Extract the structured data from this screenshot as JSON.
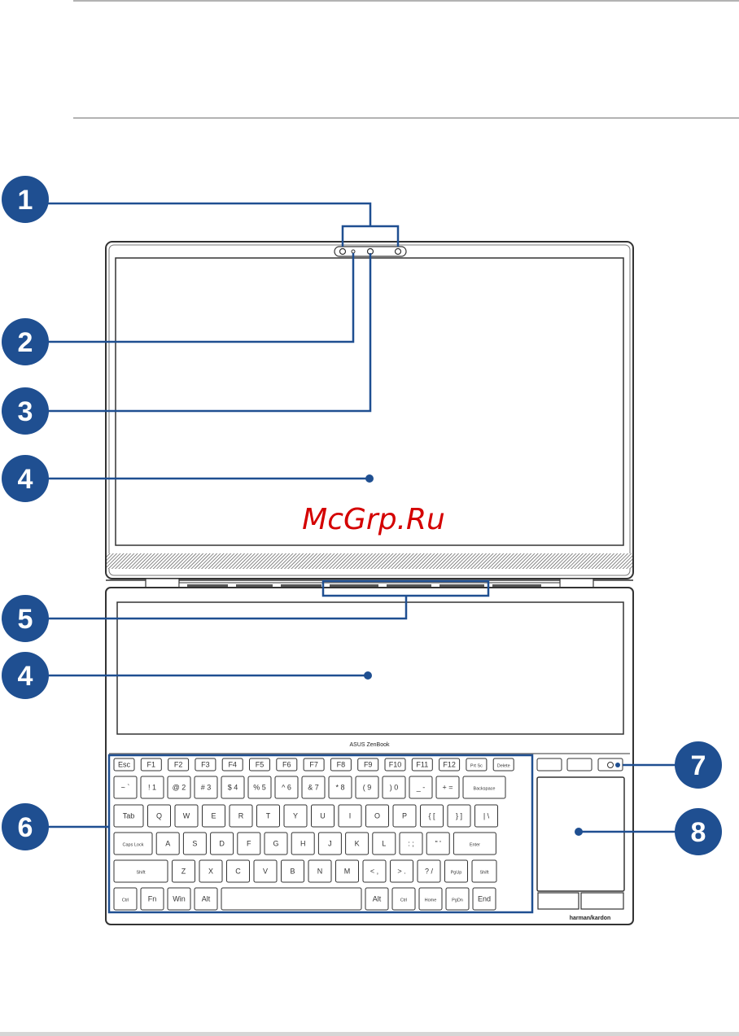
{
  "callouts": [
    {
      "id": 1,
      "label": "1"
    },
    {
      "id": 2,
      "label": "2"
    },
    {
      "id": 3,
      "label": "3"
    },
    {
      "id": 4,
      "label": "4"
    },
    {
      "id": 5,
      "label": "5"
    },
    {
      "id": 6,
      "label": "4"
    },
    {
      "id": 7,
      "label": "6"
    },
    {
      "id": 8,
      "label": "7"
    },
    {
      "id": 9,
      "label": "8"
    }
  ],
  "watermark": "McGrp.Ru",
  "brand_screenpad": "ASUS ZenBook",
  "brand_speaker": "harman/kardon",
  "keyboard": {
    "fn_row": [
      "Esc",
      "F1",
      "F2",
      "F3",
      "F4",
      "F5",
      "F6",
      "F7",
      "F8",
      "F9",
      "F10",
      "F11",
      "F12",
      "Prt Sc",
      "Delete"
    ],
    "num_row": [
      "~ `",
      "! 1",
      "@ 2",
      "# 3",
      "$ 4",
      "% 5",
      "^ 6",
      "& 7",
      "* 8",
      "( 9",
      ") 0",
      "_ -",
      "+ =",
      "Backspace"
    ],
    "tab_row": [
      "Tab",
      "Q",
      "W",
      "E",
      "R",
      "T",
      "Y",
      "U",
      "I",
      "O",
      "P",
      "{ [",
      "} ]",
      "| \\"
    ],
    "caps_row": [
      "Caps Lock",
      "A",
      "S",
      "D",
      "F",
      "G",
      "H",
      "J",
      "K",
      "L",
      ": ;",
      "\" '",
      "Enter"
    ],
    "shift_row": [
      "Shift",
      "Z",
      "X",
      "C",
      "V",
      "B",
      "N",
      "M",
      "< ,",
      "> .",
      "? /",
      "PgUp",
      "Shift"
    ],
    "ctrl_row": [
      "Ctrl",
      "Fn",
      "Win",
      "Alt",
      "",
      "Alt",
      "Ctrl",
      "Home",
      "PgDn",
      "End"
    ]
  },
  "colors": {
    "accent": "#1f4f91",
    "watermark": "#d40000",
    "outline": "#333333"
  }
}
